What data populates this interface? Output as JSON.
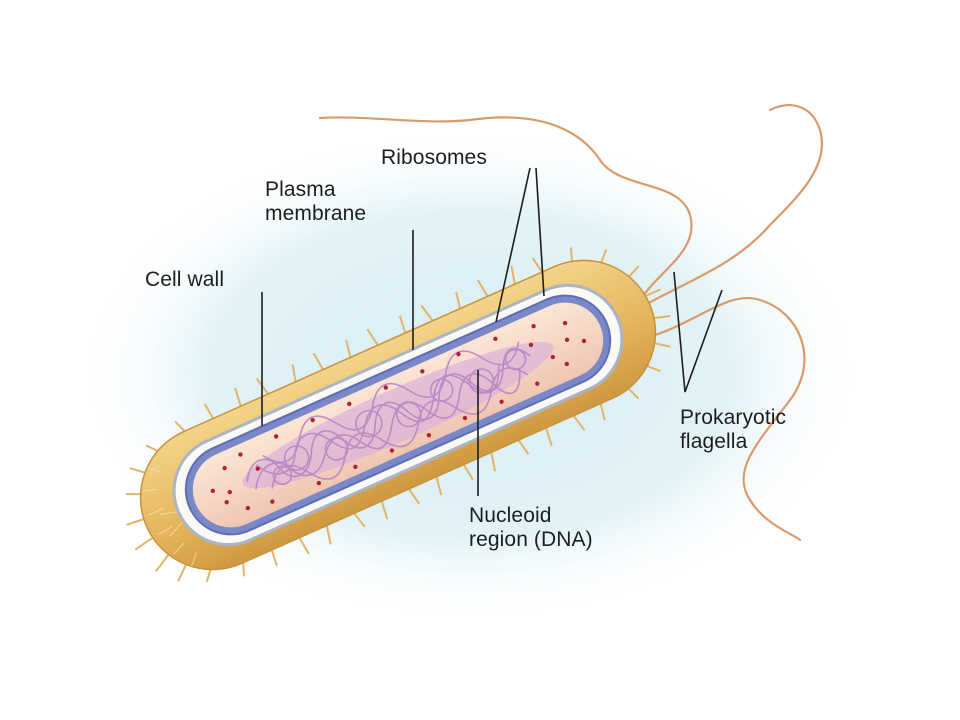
{
  "labels": {
    "ribosomes": "Ribosomes",
    "plasma_membrane": [
      "Plasma",
      "membrane"
    ],
    "cell_wall": "Cell wall",
    "prokaryotic_flagella": [
      "Prokaryotic",
      "flagella"
    ],
    "nucleoid_region": [
      "Nucleoid",
      "region (DNA)"
    ]
  },
  "colors": {
    "background_glow": "#cfe9f1",
    "capsule": "#e6bb63",
    "capsule_edge": "#c8923a",
    "flagella": "#d99a6a",
    "membrane_blue": "#6f7fc4",
    "cytoplasm": "#f3d6c2",
    "nucleoid": "#c89ad0",
    "ribosome": "#b31f3a",
    "leader_line": "#1e1e1e"
  }
}
